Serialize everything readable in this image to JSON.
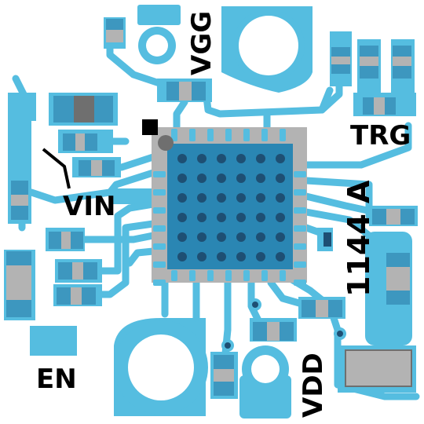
{
  "board": {
    "labels": {
      "vgg": "VGG",
      "trg": "TRG",
      "vin": "VIN",
      "en": "EN",
      "vdd": "VDD",
      "part": "1144 A"
    }
  },
  "colors": {
    "board": "#ffffff",
    "copper": "#55bde0",
    "solder_mask_dark": "#2a86b3",
    "ic_body": "#3d97bf",
    "pad_silver": "#b3b3b3",
    "component_dark": "#6f6f6f",
    "silkscreen": "#000000",
    "via_fill": "#1e4f73"
  }
}
